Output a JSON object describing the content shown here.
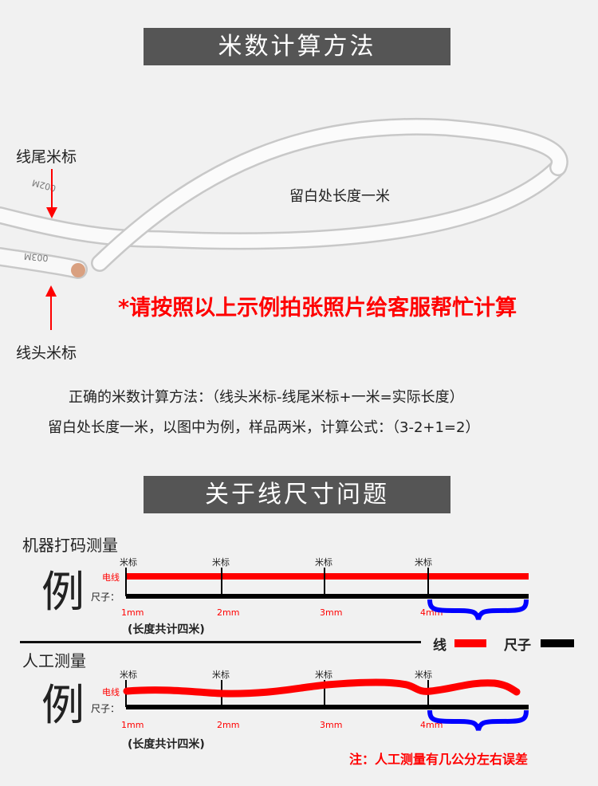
{
  "section1": {
    "title": "米数计算方法",
    "tail_label": "线尾米标",
    "head_label": "线头米标",
    "loop_label": "留白处长度一米",
    "tail_print": "002M",
    "head_print": "003M",
    "notice": "*请按照以上示例拍张照片给客服帮忙计算",
    "formula_line1": "正确的米数计算方法：（线头米标-线尾米标+一米=实际长度）",
    "formula_line2": "留白处长度一米，以图中为例，样品两米，计算公式：（3-2+1=2）"
  },
  "section2": {
    "title": "关于线尺寸问题",
    "machine": {
      "heading": "机器打码测量",
      "example": "例",
      "wire_label": "电线",
      "ruler_label": "尺子：",
      "marks": [
        "米标",
        "米标",
        "米标",
        "米标"
      ],
      "ticks": [
        "1mm",
        "2mm",
        "3mm",
        "4mm"
      ],
      "total": "(长度共计四米)"
    },
    "legend": {
      "wire": "线",
      "ruler": "尺子",
      "wire_color": "#ff0000",
      "ruler_color": "#000000"
    },
    "manual": {
      "heading": "人工测量",
      "example": "例",
      "wire_label": "电线",
      "ruler_label": "尺子：",
      "marks": [
        "米标",
        "米标",
        "米标",
        "米标"
      ],
      "ticks": [
        "1mm",
        "2mm",
        "3mm",
        "4mm"
      ],
      "total": "(长度共计四米)",
      "note": "注：人工测量有几公分左右误差"
    }
  }
}
